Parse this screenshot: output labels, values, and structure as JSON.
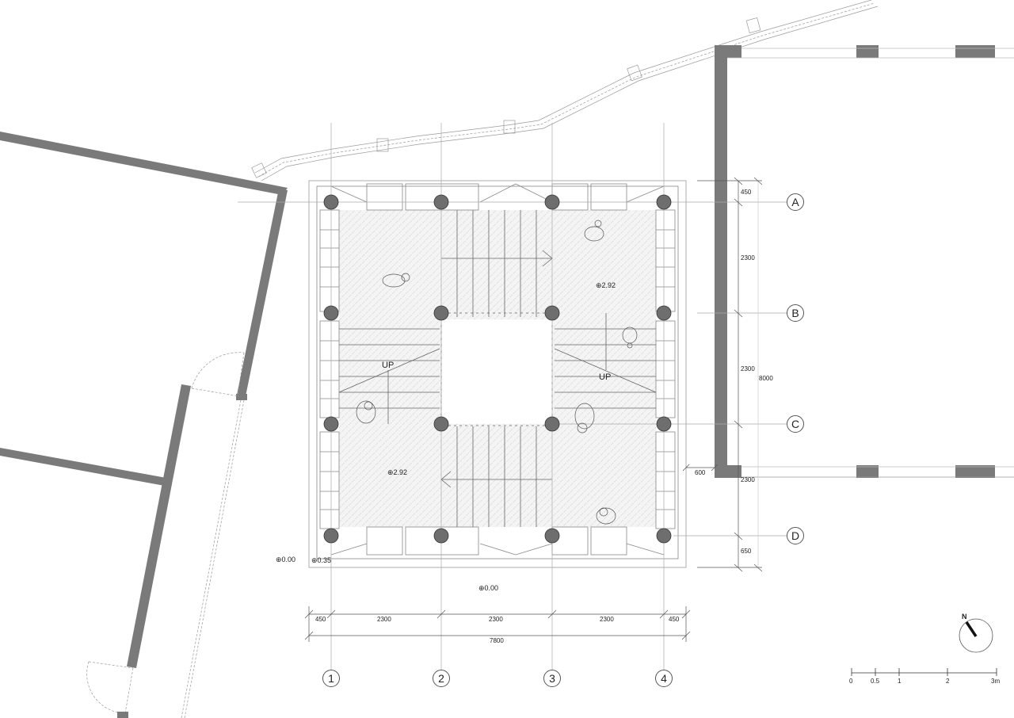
{
  "drawing": {
    "type": "floor plan",
    "grid_rows": [
      "A",
      "B",
      "C",
      "D"
    ],
    "grid_cols": [
      "1",
      "2",
      "3",
      "4"
    ],
    "dimensions_horizontal": [
      "450",
      "2300",
      "2300",
      "2300",
      "450"
    ],
    "dimension_horizontal_total": "7800",
    "dimensions_vertical": [
      "450",
      "2300",
      "2300",
      "2300",
      "650"
    ],
    "dimension_vertical_total": "8000",
    "dimension_offset": "600",
    "levels": {
      "upper_right": "2.92",
      "lower_left": "2.92",
      "outside_left": "0.00",
      "platform": "0.35",
      "ground_center": "0.00"
    },
    "stair_labels": [
      "UP",
      "UP"
    ],
    "north_label": "N",
    "scale_bar": {
      "ticks": [
        "0",
        "0.5",
        "1",
        "2",
        "3m"
      ]
    },
    "colors": {
      "wall": "#7a7a7a",
      "column": "#6e6e6e",
      "line": "#555555",
      "hatch": "#cfcfcf"
    }
  }
}
